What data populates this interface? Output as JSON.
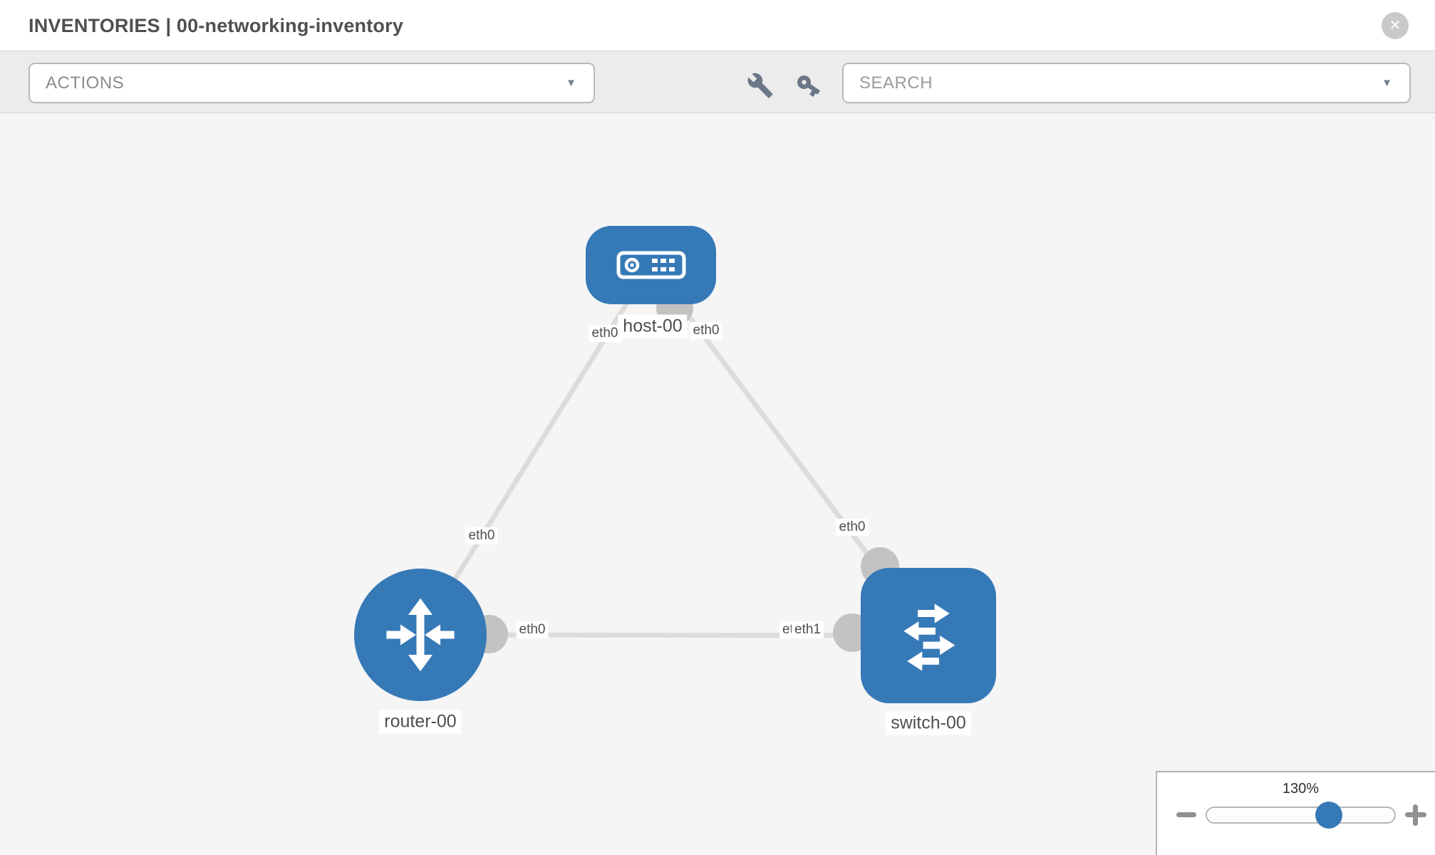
{
  "header": {
    "title": "INVENTORIES | 00-networking-inventory",
    "close_glyph": "✕"
  },
  "toolbar": {
    "actions": {
      "label": "ACTIONS",
      "caret": "▼"
    },
    "search": {
      "placeholder": "SEARCH",
      "caret": "▼"
    },
    "tool_icons": [
      "wrench-icon",
      "key-icon"
    ]
  },
  "diagram": {
    "nodes": [
      {
        "id": "host-00",
        "type": "host",
        "label": "host-00"
      },
      {
        "id": "router-00",
        "type": "router",
        "label": "router-00"
      },
      {
        "id": "switch-00",
        "type": "switch",
        "label": "switch-00"
      }
    ],
    "links": [
      {
        "from": "router-00",
        "from_iface": "eth0",
        "to": "host-00",
        "to_iface": "eth0"
      },
      {
        "from": "host-00",
        "from_iface": "eth0",
        "to": "switch-00",
        "to_iface": "eth0"
      },
      {
        "from": "router-00",
        "from_iface": "eth0",
        "to": "switch-00",
        "to_iface": "eth1",
        "to_iface_overlapped": "eth0"
      }
    ]
  },
  "zoom_control": {
    "level": "130%"
  },
  "colors": {
    "node_blue": "#3679b7",
    "link_gray": "#dcdcdc",
    "connector_gray": "#c3c3c3",
    "icon_slate": "#6b7787",
    "toolbar_bg": "#ececec",
    "canvas_bg": "#f5f5f5",
    "label_text": "#4d4e50"
  }
}
